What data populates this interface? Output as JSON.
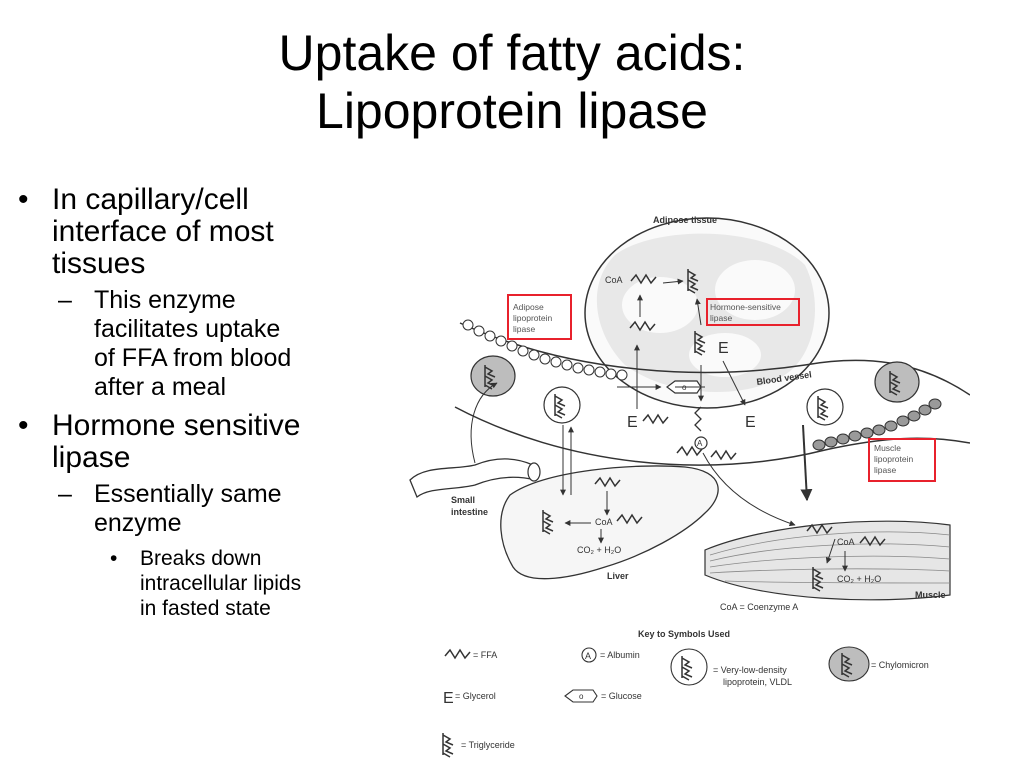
{
  "slide": {
    "title_line1": "Uptake of fatty acids:",
    "title_line2": "Lipoprotein lipase"
  },
  "bullets": {
    "b1": {
      "text_lines": [
        "In capillary/cell",
        "interface of most",
        "tissues"
      ]
    },
    "b1_sub": {
      "text_lines": [
        "This enzyme",
        "facilitates uptake",
        "of FFA from blood",
        "after a meal"
      ]
    },
    "b2": {
      "text_lines": [
        "Hormone sensitive",
        "lipase"
      ]
    },
    "b2_sub": {
      "text_lines": [
        "Essentially same",
        "enzyme"
      ]
    },
    "b2_subsub": {
      "text_lines": [
        "Breaks down",
        "intracellular lipids",
        "in fasted state"
      ]
    }
  },
  "diagram": {
    "adipose_tissue": "Adipose tissue",
    "coa": "CoA",
    "hsl_line1": "Hormone-sensitive",
    "hsl_line2": "lipase",
    "adipose_lpl_line1": "Adipose",
    "adipose_lpl_line2": "lipoprotein",
    "adipose_lpl_line3": "lipase",
    "blood_vessel": "Blood vessel",
    "muscle_lpl_line1": "Muscle",
    "muscle_lpl_line2": "lipoprotein",
    "muscle_lpl_line3": "lipase",
    "small_intestine_line1": "Small",
    "small_intestine_line2": "intestine",
    "liver": "Liver",
    "muscle": "Muscle",
    "co2_h2o": "CO₂ + H₂O",
    "coenzyme_note": "CoA = Coenzyme A",
    "glycerol_symbol": "E",
    "albumin_symbol": "A",
    "glucose_symbol": "o"
  },
  "key": {
    "title": "Key to Symbols Used",
    "ffa": "= FFA",
    "albumin": "= Albumin",
    "vldl_line1": "= Very-low-density",
    "vldl_line2": "lipoprotein, VLDL",
    "chylomicron": "= Chylomicron",
    "glycerol": "= Glycerol",
    "glucose": "= Glucose",
    "triglyceride": "= Triglyceride"
  },
  "colors": {
    "highlight": "#e8212c",
    "ink": "#333333",
    "shade": "#c8c8c8"
  }
}
